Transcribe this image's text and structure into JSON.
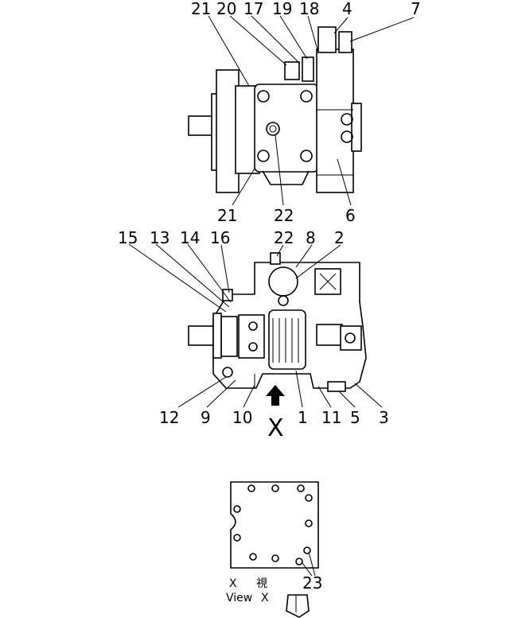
{
  "views": {
    "top": {
      "labels": [
        "21",
        "20",
        "17",
        "19",
        "18",
        "4",
        "7",
        "21",
        "22",
        "6"
      ]
    },
    "section": {
      "labels": [
        "15",
        "13",
        "14",
        "16",
        "22",
        "8",
        "2",
        "12",
        "9",
        "10",
        "1",
        "11",
        "5",
        "3"
      ],
      "view_marker": "X"
    },
    "bottom": {
      "labels": [
        "23"
      ],
      "caption_x": "X",
      "caption_kanji": "視",
      "caption_view": "View",
      "caption_view_x": "X"
    }
  }
}
